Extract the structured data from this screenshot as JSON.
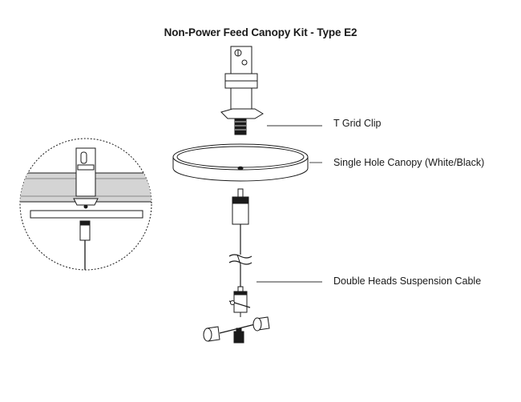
{
  "title": "Non-Power Feed Canopy Kit - Type E2",
  "callouts": [
    {
      "id": "clip",
      "label": "T Grid Clip"
    },
    {
      "id": "canopy",
      "label": "Single Hole Canopy (White/Black)"
    },
    {
      "id": "cable",
      "label": "Double Heads Suspension Cable"
    }
  ],
  "colors": {
    "line": "#1a1a1a",
    "fill": "#ffffff",
    "grid_gray": "#d4d4d4",
    "dark": "#222222"
  }
}
